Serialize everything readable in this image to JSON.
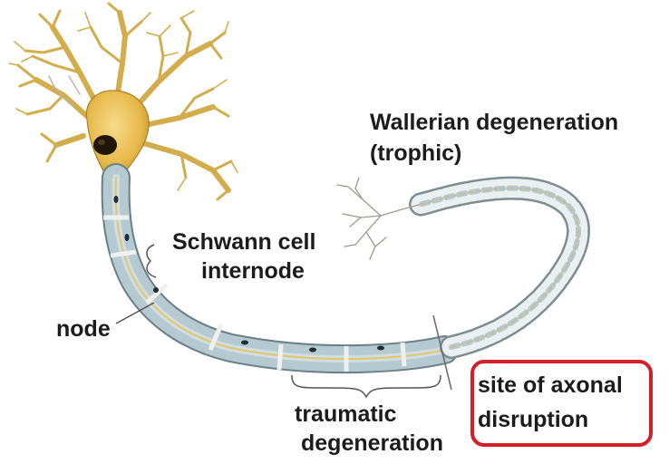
{
  "labels": {
    "wallerian_title": "Wallerian degeneration",
    "wallerian_sub": "(trophic)",
    "schwann_cell": "Schwann cell",
    "internode": "internode",
    "node": "node",
    "traumatic": "traumatic",
    "degeneration": "degeneration",
    "site_line1": "site of axonal",
    "site_line2": "disruption"
  },
  "colors": {
    "soma": "#e9bd4f",
    "dendrite": "#d6b250",
    "nucleus": "#1e1608",
    "myelin": "#b3c8cf",
    "callout_border": "#d51f26",
    "text": "#1c1c1c"
  }
}
